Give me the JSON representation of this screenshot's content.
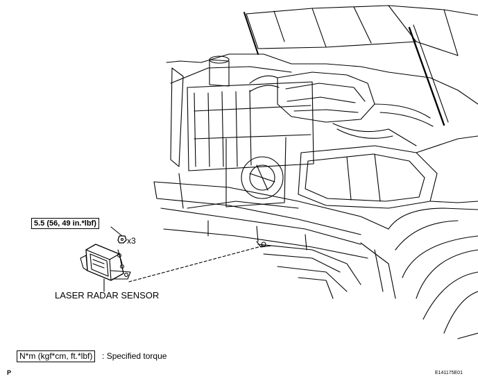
{
  "torque": {
    "value": "5.5 (56, 49 in.*lbf)",
    "quantity": "x3"
  },
  "part": {
    "name": "LASER RADAR SENSOR"
  },
  "legend": {
    "symbol": "N*m (kgf*cm, ft.*lbf)",
    "separator": ":",
    "description": "Specified torque"
  },
  "footer": {
    "left_code": "P",
    "figure_id": "E141175E01"
  }
}
